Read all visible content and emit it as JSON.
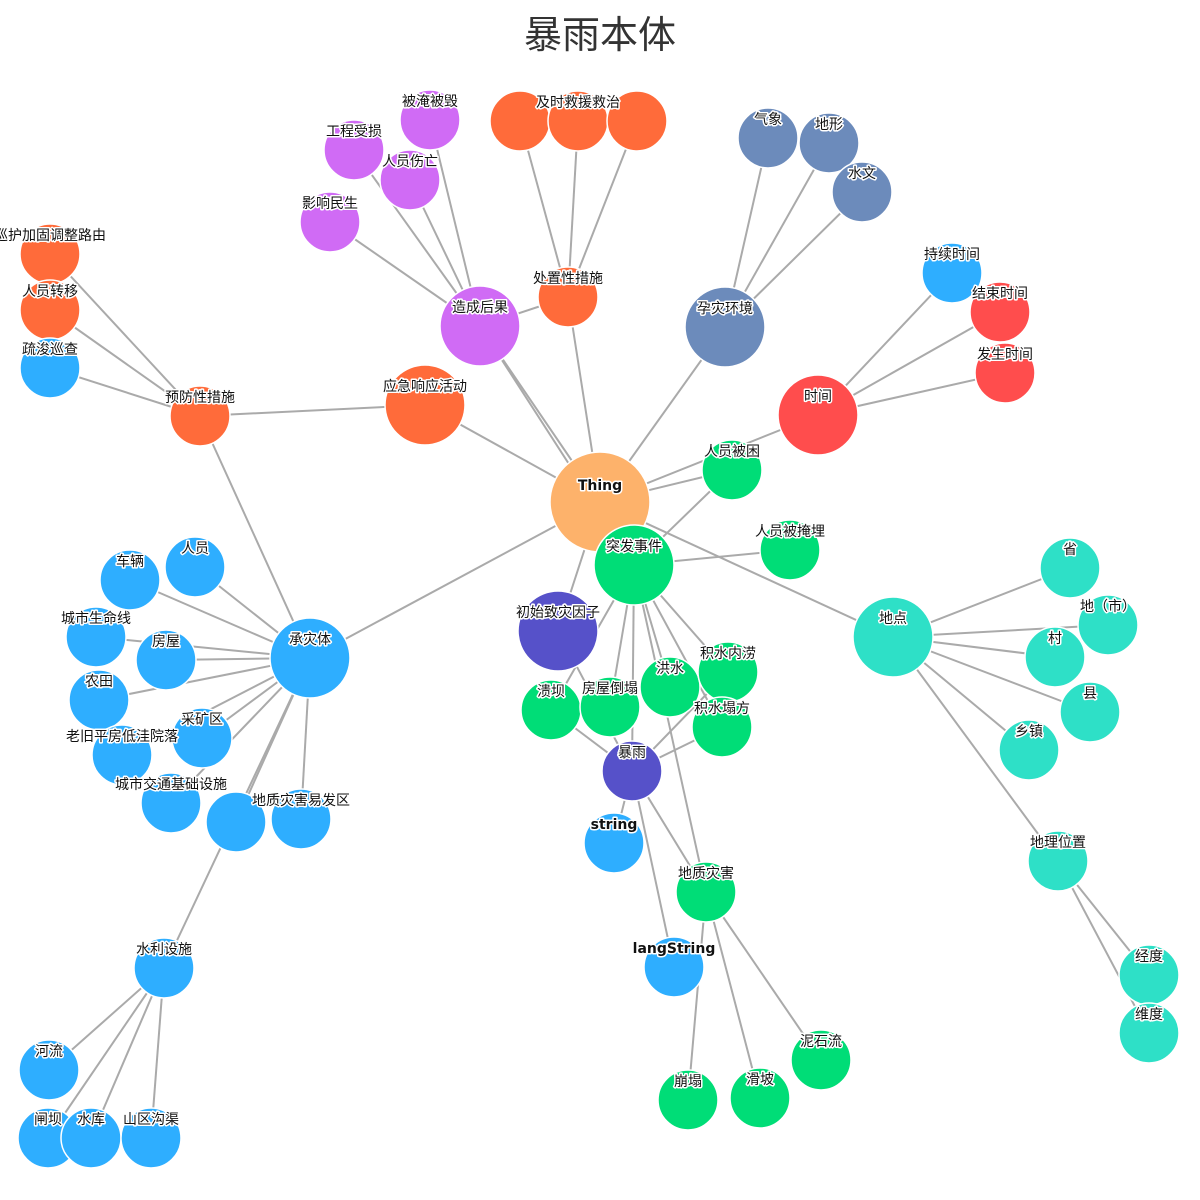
{
  "title": "暴雨本体",
  "colors": {
    "thing": "#FDB26B",
    "orange": "#FF6B3A",
    "purple": "#D06BF5",
    "steel": "#6C8BBB",
    "red": "#FF4D4D",
    "green": "#00DD77",
    "blue": "#2EAEFF",
    "indigo": "#5651C9",
    "teal": "#2EE0C7"
  },
  "nodes": [
    {
      "id": "Thing",
      "label": "Thing",
      "color": "thing",
      "size": "xl",
      "bold": true
    },
    {
      "id": "造成后果",
      "label": "造成后果",
      "color": "purple",
      "size": "lg"
    },
    {
      "id": "被淹被毁",
      "label": "被淹被毁",
      "color": "purple",
      "size": "sm"
    },
    {
      "id": "工程受损",
      "label": "工程受损",
      "color": "purple",
      "size": "sm"
    },
    {
      "id": "人员伤亡",
      "label": "人员伤亡",
      "color": "purple",
      "size": "sm"
    },
    {
      "id": "影响民生",
      "label": "影响民生",
      "color": "purple",
      "size": "sm"
    },
    {
      "id": "及时救援救治_a",
      "label": "",
      "color": "orange",
      "size": "sm"
    },
    {
      "id": "及时救援救治_b",
      "label": "及时救援救治",
      "color": "orange",
      "size": "sm"
    },
    {
      "id": "及时救援救治_c",
      "label": "",
      "color": "orange",
      "size": "sm"
    },
    {
      "id": "处置性措施",
      "label": "处置性措施",
      "color": "orange",
      "size": "sm"
    },
    {
      "id": "应急响应活动",
      "label": "应急响应活动",
      "color": "orange",
      "size": "lg"
    },
    {
      "id": "预防性措施",
      "label": "预防性措施",
      "color": "orange",
      "size": "sm"
    },
    {
      "id": "巡护加固调整路由",
      "label": "巡护加固调整路由",
      "color": "orange",
      "size": "sm"
    },
    {
      "id": "人员转移",
      "label": "人员转移",
      "color": "orange",
      "size": "sm"
    },
    {
      "id": "疏浚巡查",
      "label": "疏浚巡查",
      "color": "blue",
      "size": "sm"
    },
    {
      "id": "孕灾环境",
      "label": "孕灾环境",
      "color": "steel",
      "size": "lg"
    },
    {
      "id": "气象",
      "label": "气象",
      "color": "steel",
      "size": "sm"
    },
    {
      "id": "地形",
      "label": "地形",
      "color": "steel",
      "size": "sm"
    },
    {
      "id": "水文",
      "label": "水文",
      "color": "steel",
      "size": "sm"
    },
    {
      "id": "时间",
      "label": "时间",
      "color": "red",
      "size": "lg"
    },
    {
      "id": "持续时间",
      "label": "持续时间",
      "color": "blue",
      "size": "sm"
    },
    {
      "id": "结束时间",
      "label": "结束时间",
      "color": "red",
      "size": "sm"
    },
    {
      "id": "发生时间",
      "label": "发生时间",
      "color": "red",
      "size": "sm"
    },
    {
      "id": "突发事件",
      "label": "突发事件",
      "color": "green",
      "size": "lg"
    },
    {
      "id": "人员被困",
      "label": "人员被困",
      "color": "green",
      "size": "sm"
    },
    {
      "id": "人员被掩埋",
      "label": "人员被掩埋",
      "color": "green",
      "size": "sm"
    },
    {
      "id": "溃坝",
      "label": "溃坝",
      "color": "green",
      "size": "sm"
    },
    {
      "id": "房屋倒塌",
      "label": "房屋倒塌",
      "color": "green",
      "size": "sm"
    },
    {
      "id": "洪水",
      "label": "洪水",
      "color": "green",
      "size": "sm"
    },
    {
      "id": "积水内涝",
      "label": "积水内涝",
      "color": "green",
      "size": "sm"
    },
    {
      "id": "积水塌方",
      "label": "积水塌方",
      "color": "green",
      "size": "sm"
    },
    {
      "id": "地质灾害",
      "label": "地质灾害",
      "color": "green",
      "size": "sm"
    },
    {
      "id": "崩塌",
      "label": "崩塌",
      "color": "green",
      "size": "sm"
    },
    {
      "id": "滑坡",
      "label": "滑坡",
      "color": "green",
      "size": "sm"
    },
    {
      "id": "泥石流",
      "label": "泥石流",
      "color": "green",
      "size": "sm"
    },
    {
      "id": "初始致灾因子",
      "label": "初始致灾因子",
      "color": "indigo",
      "size": "lg"
    },
    {
      "id": "暴雨",
      "label": "暴雨",
      "color": "indigo",
      "size": "sm"
    },
    {
      "id": "string",
      "label": "string",
      "color": "blue",
      "size": "sm",
      "bold": true
    },
    {
      "id": "langString",
      "label": "langString",
      "color": "blue",
      "size": "sm",
      "bold": true
    },
    {
      "id": "承灾体",
      "label": "承灾体",
      "color": "blue",
      "size": "lg"
    },
    {
      "id": "车辆",
      "label": "车辆",
      "color": "blue",
      "size": "sm"
    },
    {
      "id": "人员",
      "label": "人员",
      "color": "blue",
      "size": "sm"
    },
    {
      "id": "城市生命线",
      "label": "城市生命线",
      "color": "blue",
      "size": "sm"
    },
    {
      "id": "房屋",
      "label": "房屋",
      "color": "blue",
      "size": "sm"
    },
    {
      "id": "农田",
      "label": "农田",
      "color": "blue",
      "size": "sm"
    },
    {
      "id": "采矿区",
      "label": "采矿区",
      "color": "blue",
      "size": "sm"
    },
    {
      "id": "老旧平房低洼院落",
      "label": "老旧平房低洼院落",
      "color": "blue",
      "size": "sm"
    },
    {
      "id": "城市交通基础设施",
      "label": "城市交通基础设施",
      "color": "blue",
      "size": "sm"
    },
    {
      "id": "地质灾害易发区",
      "label": "地质灾害易发区",
      "color": "blue",
      "size": "sm"
    },
    {
      "id": "无名承灾节点",
      "label": "",
      "color": "blue",
      "size": "sm"
    },
    {
      "id": "水利设施",
      "label": "水利设施",
      "color": "blue",
      "size": "sm"
    },
    {
      "id": "河流",
      "label": "河流",
      "color": "blue",
      "size": "sm"
    },
    {
      "id": "闸坝",
      "label": "闸坝",
      "color": "blue",
      "size": "sm"
    },
    {
      "id": "水库",
      "label": "水库",
      "color": "blue",
      "size": "sm"
    },
    {
      "id": "山区沟渠",
      "label": "山区沟渠",
      "color": "blue",
      "size": "sm"
    },
    {
      "id": "地点",
      "label": "地点",
      "color": "teal",
      "size": "lg"
    },
    {
      "id": "省",
      "label": "省",
      "color": "teal",
      "size": "sm"
    },
    {
      "id": "地（市）",
      "label": "地（市）",
      "color": "teal",
      "size": "sm"
    },
    {
      "id": "村",
      "label": "村",
      "color": "teal",
      "size": "sm"
    },
    {
      "id": "县",
      "label": "县",
      "color": "teal",
      "size": "sm"
    },
    {
      "id": "乡镇",
      "label": "乡镇",
      "color": "teal",
      "size": "sm"
    },
    {
      "id": "地理位置",
      "label": "地理位置",
      "color": "teal",
      "size": "sm"
    },
    {
      "id": "经度",
      "label": "经度",
      "color": "teal",
      "size": "sm"
    },
    {
      "id": "维度",
      "label": "维度",
      "color": "teal",
      "size": "sm"
    }
  ],
  "edges": [
    [
      "Thing",
      "造成后果"
    ],
    [
      "Thing",
      "处置性措施"
    ],
    [
      "Thing",
      "应急响应活动"
    ],
    [
      "Thing",
      "孕灾环境"
    ],
    [
      "Thing",
      "时间"
    ],
    [
      "Thing",
      "突发事件"
    ],
    [
      "Thing",
      "承灾体"
    ],
    [
      "Thing",
      "地点"
    ],
    [
      "Thing",
      "初始致灾因子"
    ],
    [
      "Thing",
      "人员被困"
    ],
    [
      "造成后果",
      "被淹被毁"
    ],
    [
      "造成后果",
      "工程受损"
    ],
    [
      "造成后果",
      "人员伤亡"
    ],
    [
      "造成后果",
      "影响民生"
    ],
    [
      "造成后果",
      "突发事件"
    ],
    [
      "处置性措施",
      "及时救援救治_a"
    ],
    [
      "处置性措施",
      "及时救援救治_b"
    ],
    [
      "处置性措施",
      "及时救援救治_c"
    ],
    [
      "处置性措施",
      "造成后果"
    ],
    [
      "应急响应活动",
      "预防性措施"
    ],
    [
      "预防性措施",
      "巡护加固调整路由"
    ],
    [
      "预防性措施",
      "人员转移"
    ],
    [
      "预防性措施",
      "疏浚巡查"
    ],
    [
      "预防性措施",
      "承灾体"
    ],
    [
      "孕灾环境",
      "气象"
    ],
    [
      "孕灾环境",
      "地形"
    ],
    [
      "孕灾环境",
      "水文"
    ],
    [
      "时间",
      "持续时间"
    ],
    [
      "时间",
      "结束时间"
    ],
    [
      "时间",
      "发生时间"
    ],
    [
      "突发事件",
      "人员被困"
    ],
    [
      "突发事件",
      "人员被掩埋"
    ],
    [
      "突发事件",
      "溃坝"
    ],
    [
      "突发事件",
      "房屋倒塌"
    ],
    [
      "突发事件",
      "洪水"
    ],
    [
      "突发事件",
      "积水内涝"
    ],
    [
      "突发事件",
      "积水塌方"
    ],
    [
      "突发事件",
      "地质灾害"
    ],
    [
      "突发事件",
      "暴雨"
    ],
    [
      "地质灾害",
      "崩塌"
    ],
    [
      "地质灾害",
      "滑坡"
    ],
    [
      "地质灾害",
      "泥石流"
    ],
    [
      "初始致灾因子",
      "暴雨"
    ],
    [
      "溃坝",
      "暴雨"
    ],
    [
      "积水内涝",
      "暴雨"
    ],
    [
      "积水塌方",
      "暴雨"
    ],
    [
      "暴雨",
      "string"
    ],
    [
      "暴雨",
      "langString"
    ],
    [
      "暴雨",
      "地质灾害"
    ],
    [
      "承灾体",
      "车辆"
    ],
    [
      "承灾体",
      "人员"
    ],
    [
      "承灾体",
      "城市生命线"
    ],
    [
      "承灾体",
      "房屋"
    ],
    [
      "承灾体",
      "农田"
    ],
    [
      "承灾体",
      "采矿区"
    ],
    [
      "承灾体",
      "老旧平房低洼院落"
    ],
    [
      "承灾体",
      "城市交通基础设施"
    ],
    [
      "承灾体",
      "地质灾害易发区"
    ],
    [
      "承灾体",
      "无名承灾节点"
    ],
    [
      "承灾体",
      "水利设施"
    ],
    [
      "水利设施",
      "河流"
    ],
    [
      "水利设施",
      "闸坝"
    ],
    [
      "水利设施",
      "水库"
    ],
    [
      "水利设施",
      "山区沟渠"
    ],
    [
      "地点",
      "省"
    ],
    [
      "地点",
      "地（市）"
    ],
    [
      "地点",
      "村"
    ],
    [
      "地点",
      "县"
    ],
    [
      "地点",
      "乡镇"
    ],
    [
      "地点",
      "地理位置"
    ],
    [
      "地理位置",
      "经度"
    ],
    [
      "地理位置",
      "维度"
    ]
  ]
}
